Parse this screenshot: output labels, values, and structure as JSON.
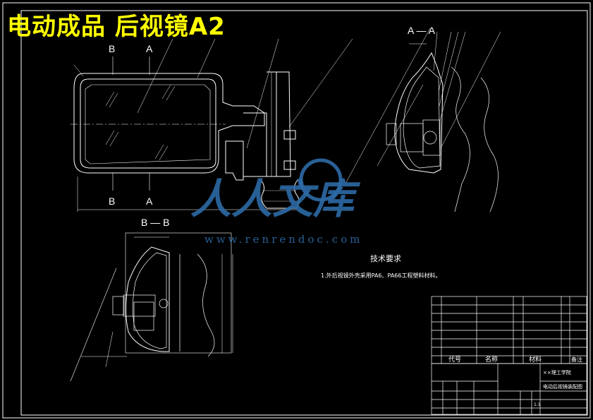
{
  "page": {
    "title": "电动成品 后视镜A2"
  },
  "views": {
    "section_aa": "A — A",
    "section_bb": "B — B",
    "b_top": "B",
    "a_top": "A",
    "b_bottom": "B",
    "a_bottom": "A"
  },
  "watermark": {
    "text": "人人文库",
    "url": "www.renrendoc.com"
  },
  "notes": {
    "heading": "技术要求",
    "item1": "1.外后视镜外壳采用PA6、PA66工程塑料材料。"
  },
  "title_block": {
    "col_code": "代号",
    "col_name": "名称",
    "col_material": "材料",
    "col_remark": "备注",
    "school": "××理工学院",
    "drawing_name": "电动后视镜装配图",
    "scale": "1:1"
  },
  "colors": {
    "background": "#000000",
    "lines": "#ffffff",
    "title": "#ffff00",
    "watermark": "#2d6aa6"
  }
}
